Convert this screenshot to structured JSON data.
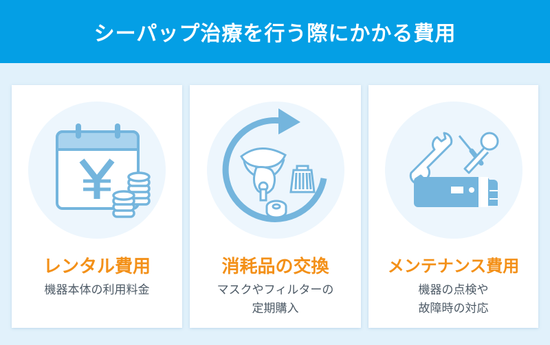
{
  "header": {
    "title": "シーパップ治療を行う際にかかる費用",
    "background_color": "#049fe5"
  },
  "colors": {
    "page_background": "#e1f1fb",
    "card_background": "#ffffff",
    "icon_circle": "#edf6fd",
    "icon_stroke": "#74b5dd",
    "title_accent": "#f39018",
    "description_text": "#4d5a66"
  },
  "cards": [
    {
      "icon": "calendar-yen-coins-icon",
      "title": "レンタル費用",
      "description_lines": [
        "機器本体の利用料金"
      ]
    },
    {
      "icon": "mask-filter-cycle-icon",
      "title": "消耗品の交換",
      "description_lines": [
        "マスクやフィルターの",
        "定期購入"
      ]
    },
    {
      "icon": "tools-device-icon",
      "title": "メンテナンス費用",
      "description_lines": [
        "機器の点検や",
        "故障時の対応"
      ]
    }
  ]
}
